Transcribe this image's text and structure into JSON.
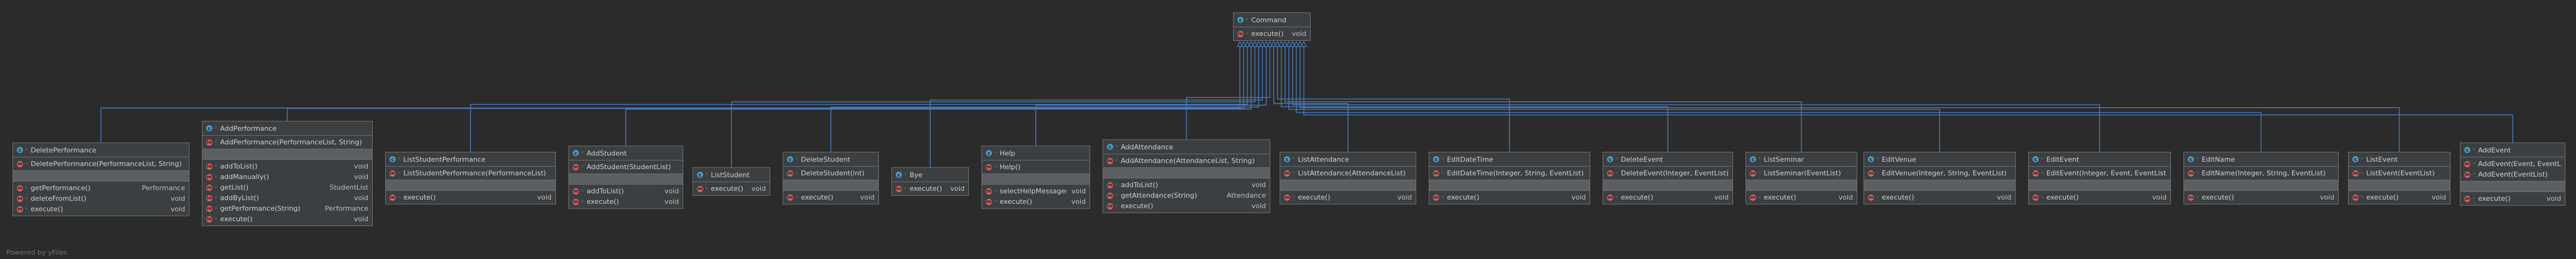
{
  "footer": "Powered by yFiles",
  "colors": {
    "background": "#2b2b2b",
    "node_fill": "#3c3f41",
    "node_border": "#6a6c6e",
    "edge": "#4a7dbd",
    "class_badge": "#4a9bc8",
    "method_badge": "#d96a6a"
  },
  "nodes": [
    {
      "id": "command",
      "name": "Command",
      "methods": [
        {
          "name": "execute()",
          "ret": "void"
        }
      ]
    },
    {
      "id": "deleteperformance",
      "name": "DeletePerformance",
      "fields_filled": true,
      "ctors": [
        {
          "name": "DeletePerformance(PerformanceList, String)",
          "ret": ""
        }
      ],
      "methods": [
        {
          "name": "getPerformance()",
          "ret": "Performance"
        },
        {
          "name": "deleteFromList()",
          "ret": "void"
        },
        {
          "name": "execute()",
          "ret": "void"
        }
      ]
    },
    {
      "id": "addperformance",
      "name": "AddPerformance",
      "fields_filled": true,
      "ctors": [
        {
          "name": "AddPerformance(PerformanceList, String)",
          "ret": ""
        }
      ],
      "methods": [
        {
          "name": "addToList()",
          "ret": "void"
        },
        {
          "name": "addManually()",
          "ret": "void"
        },
        {
          "name": "getList()",
          "ret": "StudentList"
        },
        {
          "name": "addByList()",
          "ret": "void"
        },
        {
          "name": "getPerformance(String)",
          "ret": "Performance"
        },
        {
          "name": "execute()",
          "ret": "void"
        }
      ]
    },
    {
      "id": "liststudentperformance",
      "name": "ListStudentPerformance",
      "fields_filled": true,
      "ctors": [
        {
          "name": "ListStudentPerformance(PerformanceList)",
          "ret": ""
        }
      ],
      "methods": [
        {
          "name": "execute()",
          "ret": "void"
        }
      ]
    },
    {
      "id": "addstudent",
      "name": "AddStudent",
      "fields_filled": true,
      "ctors": [
        {
          "name": "AddStudent(StudentList)",
          "ret": ""
        }
      ],
      "methods": [
        {
          "name": "addToList()",
          "ret": "void"
        },
        {
          "name": "execute()",
          "ret": "void"
        }
      ]
    },
    {
      "id": "liststudent",
      "name": "ListStudent",
      "methods": [
        {
          "name": "execute()",
          "ret": "void"
        }
      ]
    },
    {
      "id": "deletestudent",
      "name": "DeleteStudent",
      "fields_filled": true,
      "ctors": [
        {
          "name": "DeleteStudent(int)",
          "ret": ""
        }
      ],
      "methods": [
        {
          "name": "execute()",
          "ret": "void"
        }
      ]
    },
    {
      "id": "bye",
      "name": "Bye",
      "methods": [
        {
          "name": "execute()",
          "ret": "void"
        }
      ]
    },
    {
      "id": "help",
      "name": "Help",
      "fields_filled": true,
      "ctors": [
        {
          "name": "Help()",
          "ret": ""
        }
      ],
      "methods": [
        {
          "name": "selectHelpMessage()",
          "ret": "void"
        },
        {
          "name": "execute()",
          "ret": "void"
        }
      ]
    },
    {
      "id": "addattendance",
      "name": "AddAttendance",
      "fields_filled": true,
      "ctors": [
        {
          "name": "AddAttendance(AttendanceList, String)",
          "ret": ""
        }
      ],
      "methods": [
        {
          "name": "addToList()",
          "ret": "void"
        },
        {
          "name": "getAttendance(String)",
          "ret": "Attendance"
        },
        {
          "name": "execute()",
          "ret": "void"
        }
      ]
    },
    {
      "id": "listattendance",
      "name": "ListAttendance",
      "fields_filled": true,
      "ctors": [
        {
          "name": "ListAttendance(AttendanceList)",
          "ret": ""
        }
      ],
      "methods": [
        {
          "name": "execute()",
          "ret": "void"
        }
      ]
    },
    {
      "id": "editdatetime",
      "name": "EditDateTime",
      "fields_filled": true,
      "ctors": [
        {
          "name": "EditDateTime(Integer, String, EventList)",
          "ret": ""
        }
      ],
      "methods": [
        {
          "name": "execute()",
          "ret": "void"
        }
      ]
    },
    {
      "id": "deleteevent",
      "name": "DeleteEvent",
      "fields_filled": true,
      "ctors": [
        {
          "name": "DeleteEvent(Integer, EventList)",
          "ret": ""
        }
      ],
      "methods": [
        {
          "name": "execute()",
          "ret": "void"
        }
      ]
    },
    {
      "id": "listseminar",
      "name": "ListSeminar",
      "fields_filled": true,
      "ctors": [
        {
          "name": "ListSeminar(EventList)",
          "ret": ""
        }
      ],
      "methods": [
        {
          "name": "execute()",
          "ret": "void"
        }
      ]
    },
    {
      "id": "editvenue",
      "name": "EditVenue",
      "fields_filled": true,
      "ctors": [
        {
          "name": "EditVenue(Integer, String, EventList)",
          "ret": ""
        }
      ],
      "methods": [
        {
          "name": "execute()",
          "ret": "void"
        }
      ]
    },
    {
      "id": "editevent",
      "name": "EditEvent",
      "fields_filled": true,
      "ctors": [
        {
          "name": "EditEvent(Integer, Event, EventList)",
          "ret": ""
        }
      ],
      "methods": [
        {
          "name": "execute()",
          "ret": "void"
        }
      ]
    },
    {
      "id": "editname",
      "name": "EditName",
      "fields_filled": true,
      "ctors": [
        {
          "name": "EditName(Integer, String, EventList)",
          "ret": ""
        }
      ],
      "methods": [
        {
          "name": "execute()",
          "ret": "void"
        }
      ]
    },
    {
      "id": "listevent",
      "name": "ListEvent",
      "fields_filled": true,
      "ctors": [
        {
          "name": "ListEvent(EventList)",
          "ret": ""
        }
      ],
      "methods": [
        {
          "name": "execute()",
          "ret": "void"
        }
      ]
    },
    {
      "id": "addevent",
      "name": "AddEvent",
      "fields_filled": true,
      "ctors": [
        {
          "name": "AddEvent(Event, EventList)",
          "ret": ""
        },
        {
          "name": "AddEvent(EventList)",
          "ret": ""
        }
      ],
      "methods": [
        {
          "name": "execute()",
          "ret": "void"
        }
      ]
    }
  ],
  "edges": [
    {
      "from": "deleteperformance",
      "to": "command",
      "kind": "implements"
    },
    {
      "from": "addperformance",
      "to": "command",
      "kind": "implements"
    },
    {
      "from": "liststudentperformance",
      "to": "command",
      "kind": "implements"
    },
    {
      "from": "addstudent",
      "to": "command",
      "kind": "implements"
    },
    {
      "from": "liststudent",
      "to": "command",
      "kind": "implements"
    },
    {
      "from": "deletestudent",
      "to": "command",
      "kind": "implements"
    },
    {
      "from": "bye",
      "to": "command",
      "kind": "implements"
    },
    {
      "from": "help",
      "to": "command",
      "kind": "implements"
    },
    {
      "from": "addattendance",
      "to": "command",
      "kind": "implements"
    },
    {
      "from": "listattendance",
      "to": "command",
      "kind": "implements"
    },
    {
      "from": "editdatetime",
      "to": "command",
      "kind": "implements"
    },
    {
      "from": "deleteevent",
      "to": "command",
      "kind": "implements"
    },
    {
      "from": "listseminar",
      "to": "command",
      "kind": "implements"
    },
    {
      "from": "editvenue",
      "to": "command",
      "kind": "implements"
    },
    {
      "from": "editevent",
      "to": "command",
      "kind": "implements"
    },
    {
      "from": "editname",
      "to": "command",
      "kind": "implements"
    },
    {
      "from": "listevent",
      "to": "command",
      "kind": "implements"
    },
    {
      "from": "addevent",
      "to": "command",
      "kind": "implements"
    }
  ]
}
